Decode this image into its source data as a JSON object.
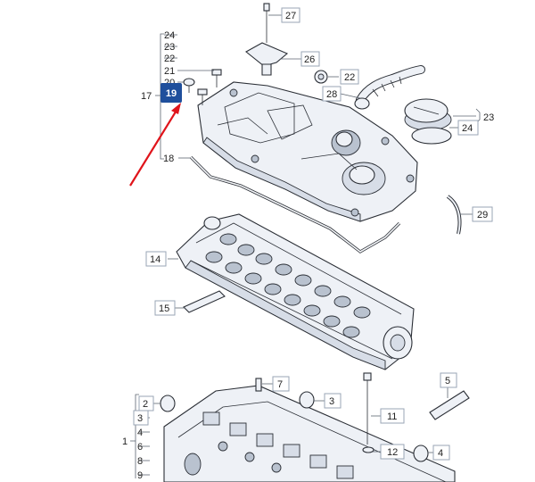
{
  "highlight": {
    "label": "19",
    "color": "#1f4f9c",
    "arrow_color": "#e0141b"
  },
  "labels": {
    "l24a": "24",
    "l23a": "23",
    "l22a": "22",
    "l21": "21",
    "l20": "20",
    "l17": "17",
    "l18": "18",
    "l27": "27",
    "l26": "26",
    "l22b": "22",
    "l28": "28",
    "l23b": "23",
    "l24b": "24",
    "l29": "29",
    "l14": "14",
    "l15": "15",
    "l7": "7",
    "l3": "3",
    "l2": "2",
    "l3b": "3",
    "l4a": "4",
    "l1": "1",
    "l6": "6",
    "l8": "8",
    "l9": "9",
    "l11": "11",
    "l5": "5",
    "l12": "12",
    "l4b": "4"
  }
}
